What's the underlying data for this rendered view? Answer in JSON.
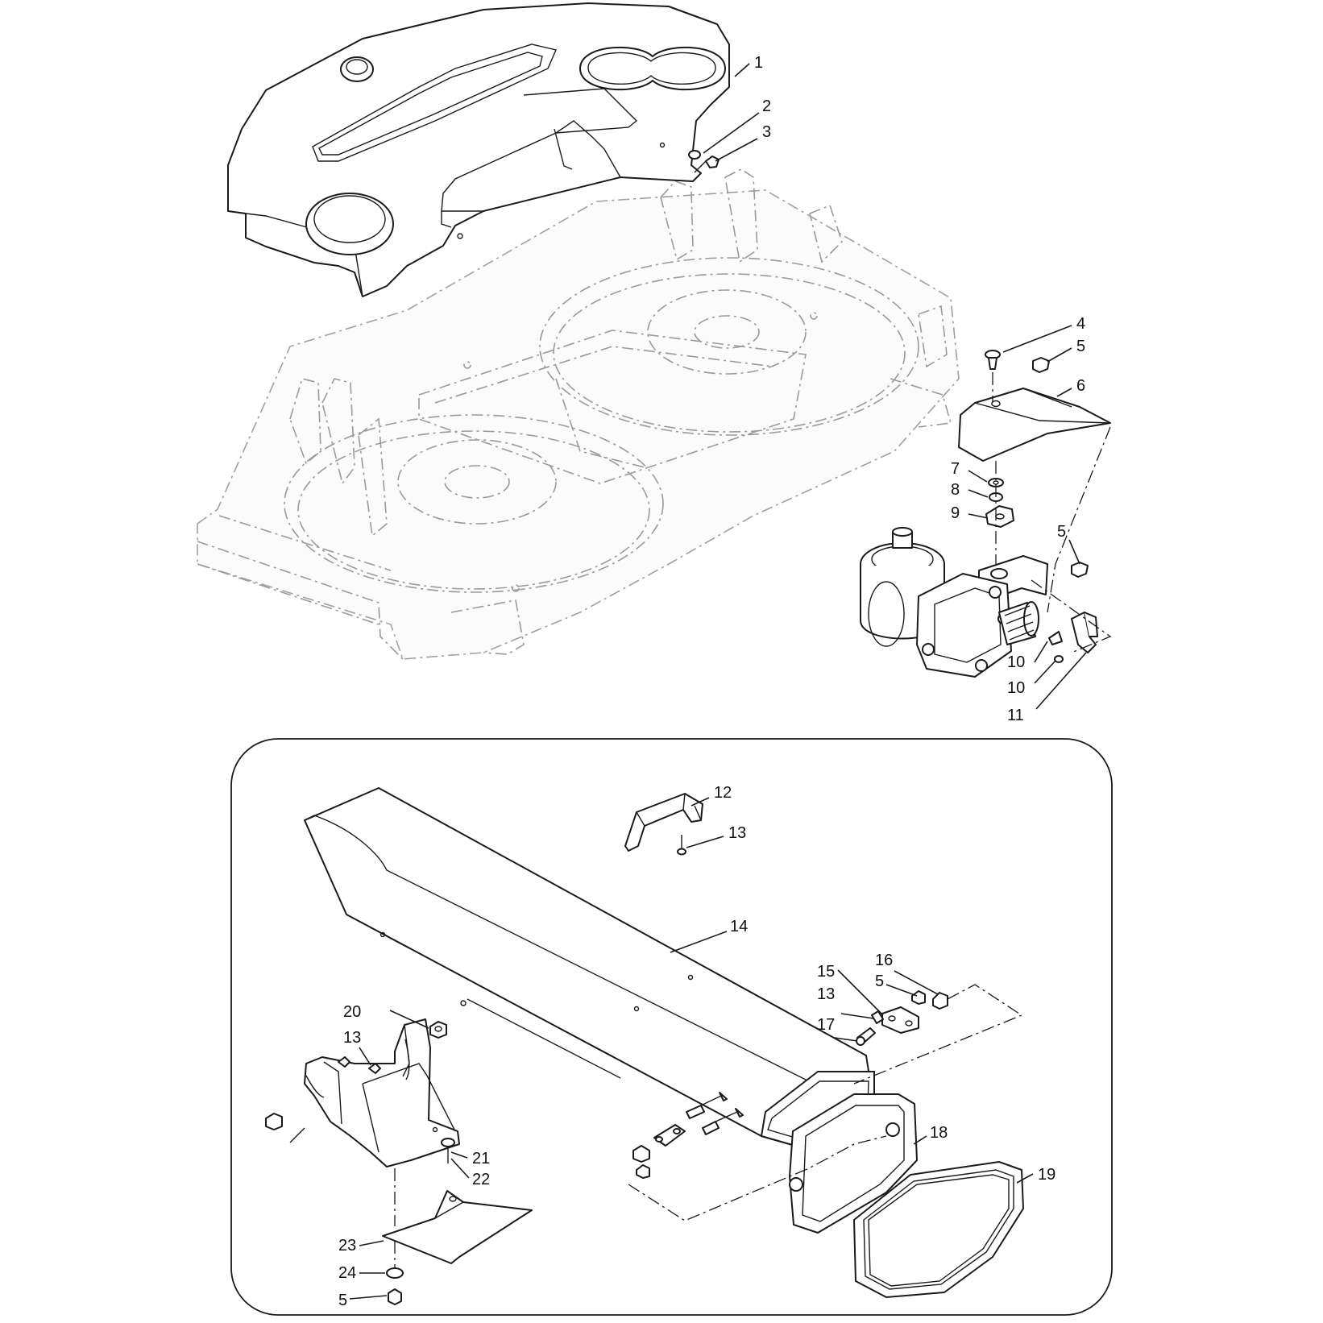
{
  "callouts": [
    {
      "id": "c1",
      "label": "1"
    },
    {
      "id": "c2",
      "label": "2"
    },
    {
      "id": "c3",
      "label": "3"
    },
    {
      "id": "c4",
      "label": "4"
    },
    {
      "id": "c5a",
      "label": "5"
    },
    {
      "id": "c6",
      "label": "6"
    },
    {
      "id": "c7",
      "label": "7"
    },
    {
      "id": "c8",
      "label": "8"
    },
    {
      "id": "c9",
      "label": "9"
    },
    {
      "id": "c5b",
      "label": "5"
    },
    {
      "id": "c10a",
      "label": "10"
    },
    {
      "id": "c10b",
      "label": "10"
    },
    {
      "id": "c11",
      "label": "11"
    },
    {
      "id": "c12",
      "label": "12"
    },
    {
      "id": "c13a",
      "label": "13"
    },
    {
      "id": "c14",
      "label": "14"
    },
    {
      "id": "c16",
      "label": "16"
    },
    {
      "id": "c15",
      "label": "15"
    },
    {
      "id": "c5c",
      "label": "5"
    },
    {
      "id": "c13b",
      "label": "13"
    },
    {
      "id": "c17",
      "label": "17"
    },
    {
      "id": "c20",
      "label": "20"
    },
    {
      "id": "c13c",
      "label": "13"
    },
    {
      "id": "c18",
      "label": "18"
    },
    {
      "id": "c21",
      "label": "21"
    },
    {
      "id": "c22",
      "label": "22"
    },
    {
      "id": "c19",
      "label": "19"
    },
    {
      "id": "c23",
      "label": "23"
    },
    {
      "id": "c24",
      "label": "24"
    },
    {
      "id": "c5d",
      "label": "5"
    }
  ]
}
